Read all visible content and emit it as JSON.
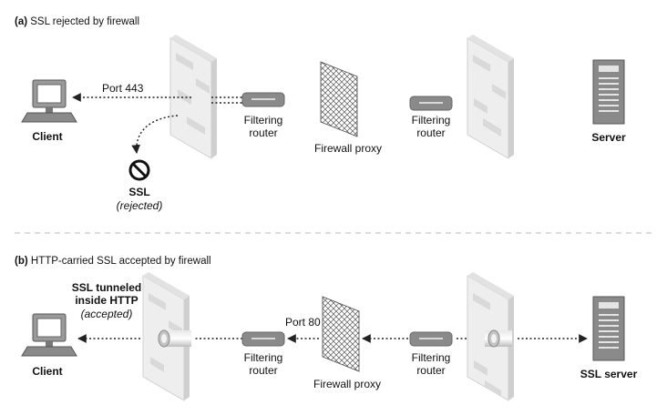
{
  "panel_a": {
    "title_letter": "(a)",
    "title_text": " SSL rejected by firewall",
    "client_label": "Client",
    "port_label": "Port 443",
    "ssl_label": "SSL",
    "ssl_status": "(rejected)",
    "router1_line1": "Filtering",
    "router1_line2": "router",
    "proxy_label": "Firewall proxy",
    "router2_line1": "Filtering",
    "router2_line2": "router",
    "server_label": "Server"
  },
  "panel_b": {
    "title_letter": "(b)",
    "title_text": " HTTP-carried SSL accepted by firewall",
    "tunnel_line1": "SSL tunneled",
    "tunnel_line2": "inside HTTP",
    "tunnel_status": "(accepted)",
    "client_label": "Client",
    "port_label": "Port 80",
    "router1_line1": "Filtering",
    "router1_line2": "router",
    "proxy_label": "Firewall proxy",
    "router2_line1": "Filtering",
    "router2_line2": "router",
    "server_label": "SSL server"
  },
  "colors": {
    "wall_front": "#eeeeee",
    "wall_side": "#cfcfcf",
    "brick": "#d6d6d6",
    "device": "#8a8a8a",
    "device_light": "#bdbdbd",
    "line": "#222222"
  }
}
